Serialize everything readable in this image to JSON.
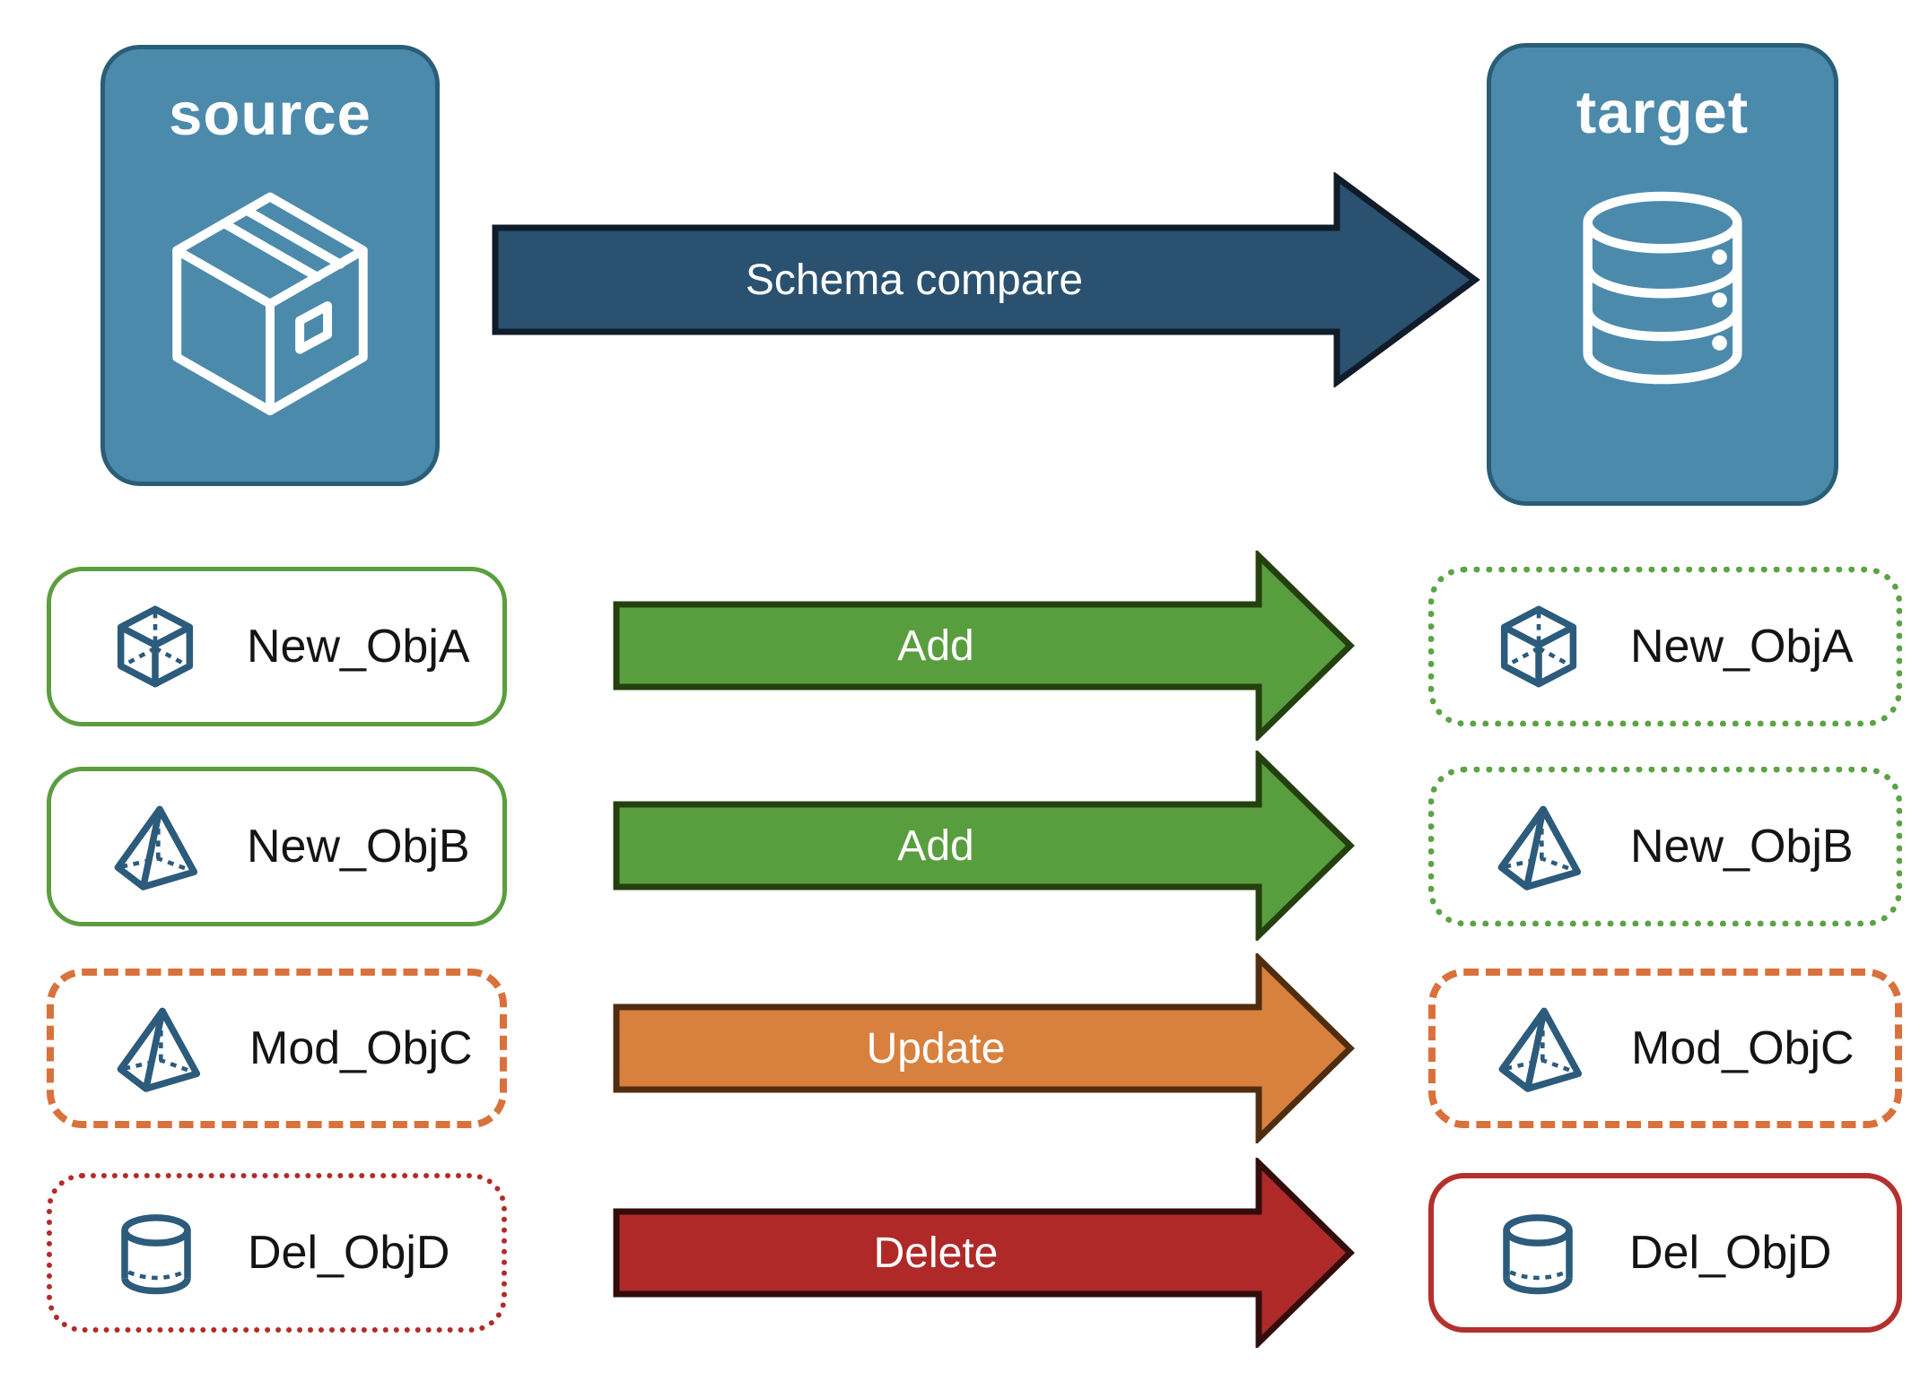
{
  "canvas": {
    "background": "#ffffff"
  },
  "source_card": {
    "title": "source",
    "icon": "package-box-icon",
    "fill": "#4C8AAC",
    "border": "#2A5E76",
    "icon_color": "#ffffff"
  },
  "target_card": {
    "title": "target",
    "icon": "database-icon",
    "fill": "#4C8AAC",
    "border": "#2A5E76",
    "icon_color": "#ffffff"
  },
  "compare_arrow": {
    "label": "Schema compare",
    "fill": "#2B5170",
    "stroke": "#101C29",
    "label_color": "#ffffff"
  },
  "object_icon_color": "#2C5B7C",
  "label_color": "#141414",
  "rows": [
    {
      "object": "New_ObjA",
      "icon": "cube-icon",
      "arrow": {
        "label": "Add",
        "fill": "#599E3E",
        "stroke": "#24400E"
      },
      "source_box": {
        "style": "solid",
        "color": "#5C9E3F",
        "width": 5
      },
      "target_box": {
        "style": "dotted",
        "color": "#5CA246",
        "width": 7
      }
    },
    {
      "object": "New_ObjB",
      "icon": "pyramid-icon",
      "arrow": {
        "label": "Add",
        "fill": "#599E3E",
        "stroke": "#24400E"
      },
      "source_box": {
        "style": "solid",
        "color": "#5C9E3F",
        "width": 5
      },
      "target_box": {
        "style": "dotted",
        "color": "#5CA246",
        "width": 7
      }
    },
    {
      "object": "Mod_ObjC",
      "icon": "pyramid-icon",
      "arrow": {
        "label": "Update",
        "fill": "#D8813E",
        "stroke": "#502D0E"
      },
      "source_box": {
        "style": "dashed",
        "color": "#D9713C",
        "width": 8
      },
      "target_box": {
        "style": "dashed",
        "color": "#D9713C",
        "width": 8
      }
    },
    {
      "object": "Del_ObjD",
      "icon": "cylinder-icon",
      "arrow": {
        "label": "Delete",
        "fill": "#B02929",
        "stroke": "#330C0C"
      },
      "source_box": {
        "style": "dotted",
        "color": "#B42A26",
        "width": 6
      },
      "target_box": {
        "style": "solid",
        "color": "#B4302C",
        "width": 6
      }
    }
  ]
}
